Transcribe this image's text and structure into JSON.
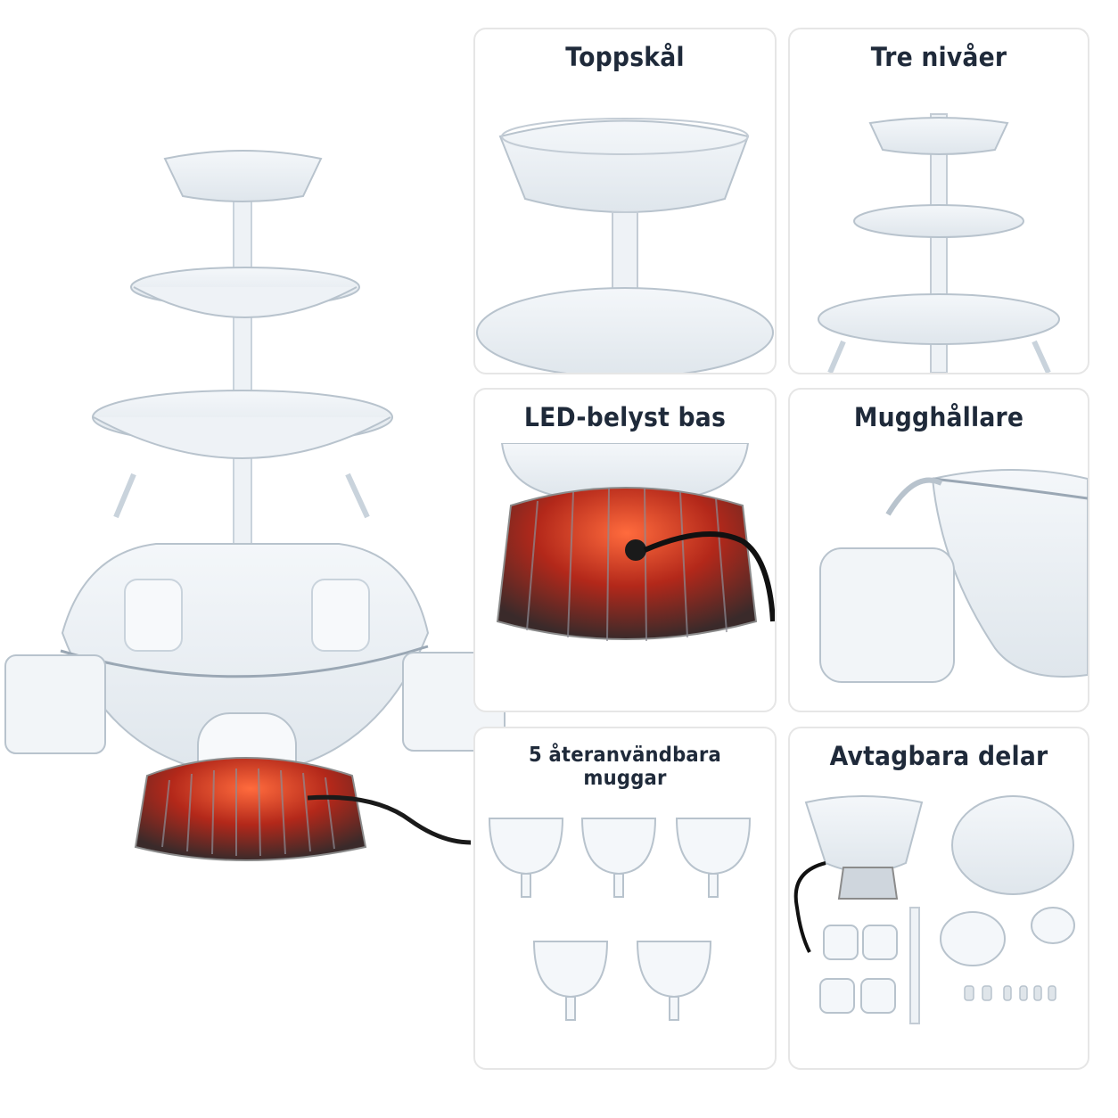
{
  "panels": {
    "top_bowl": {
      "title": "Toppskål"
    },
    "three_tiers": {
      "title": "Tre nivåer"
    },
    "led_base": {
      "title": "LED-belyst bas"
    },
    "cup_holder": {
      "title": "Mugghållare"
    },
    "reusable_cups": {
      "title": "5 återanvändbara muggar"
    },
    "removable_parts": {
      "title": "Avtagbara delar"
    }
  },
  "colors": {
    "background": "#ffffff",
    "panel_border": "#e6e6e6",
    "title_text": "#1f2a3a",
    "clear_plastic": "#c9d3dc",
    "led_glow": "#d9412a"
  },
  "icons": [
    "punch-fountain-photo",
    "cup-photo",
    "power-cord-photo"
  ]
}
